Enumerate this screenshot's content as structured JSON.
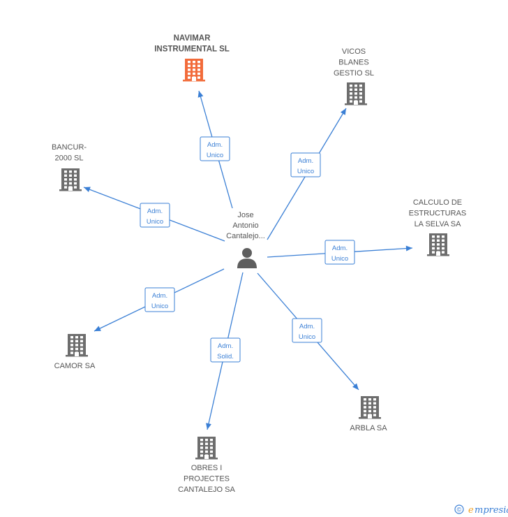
{
  "center": {
    "lines": [
      "Jose",
      "Antonio",
      "Cantalejo..."
    ],
    "icon": "person-icon"
  },
  "companies": [
    {
      "id": "navimar",
      "lines": [
        "NAVIMAR",
        "INSTRUMENTAL SL"
      ],
      "highlight": true,
      "icon": "building-icon",
      "relation": [
        "Adm.",
        "Unico"
      ]
    },
    {
      "id": "vicos",
      "lines": [
        "VICOS",
        "BLANES",
        "GESTIO SL"
      ],
      "highlight": false,
      "icon": "building-icon",
      "relation": [
        "Adm.",
        "Unico"
      ]
    },
    {
      "id": "bancur",
      "lines": [
        "BANCUR-",
        "2000 SL"
      ],
      "highlight": false,
      "icon": "building-icon",
      "relation": [
        "Adm.",
        "Unico"
      ]
    },
    {
      "id": "calculo",
      "lines": [
        "CALCULO DE",
        "ESTRUCTURAS",
        "LA SELVA SA"
      ],
      "highlight": false,
      "icon": "building-icon",
      "relation": [
        "Adm.",
        "Unico"
      ]
    },
    {
      "id": "camor",
      "lines": [
        "CAMOR SA"
      ],
      "highlight": false,
      "icon": "building-icon",
      "relation": [
        "Adm.",
        "Unico"
      ]
    },
    {
      "id": "arbla",
      "lines": [
        "ARBLA SA"
      ],
      "highlight": false,
      "icon": "building-icon",
      "relation": [
        "Adm.",
        "Unico"
      ]
    },
    {
      "id": "obres",
      "lines": [
        "OBRES I",
        "PROJECTES",
        "CANTALEJO SA"
      ],
      "highlight": false,
      "icon": "building-icon",
      "relation": [
        "Adm.",
        "Solid."
      ]
    }
  ],
  "footer": {
    "copyright_symbol": "©",
    "brand": "mpresia",
    "brand_initial": "e",
    "icon": "empresia-logo-icon",
    "accent": "#3a7fd5",
    "highlight_color": "#f26b3a"
  }
}
